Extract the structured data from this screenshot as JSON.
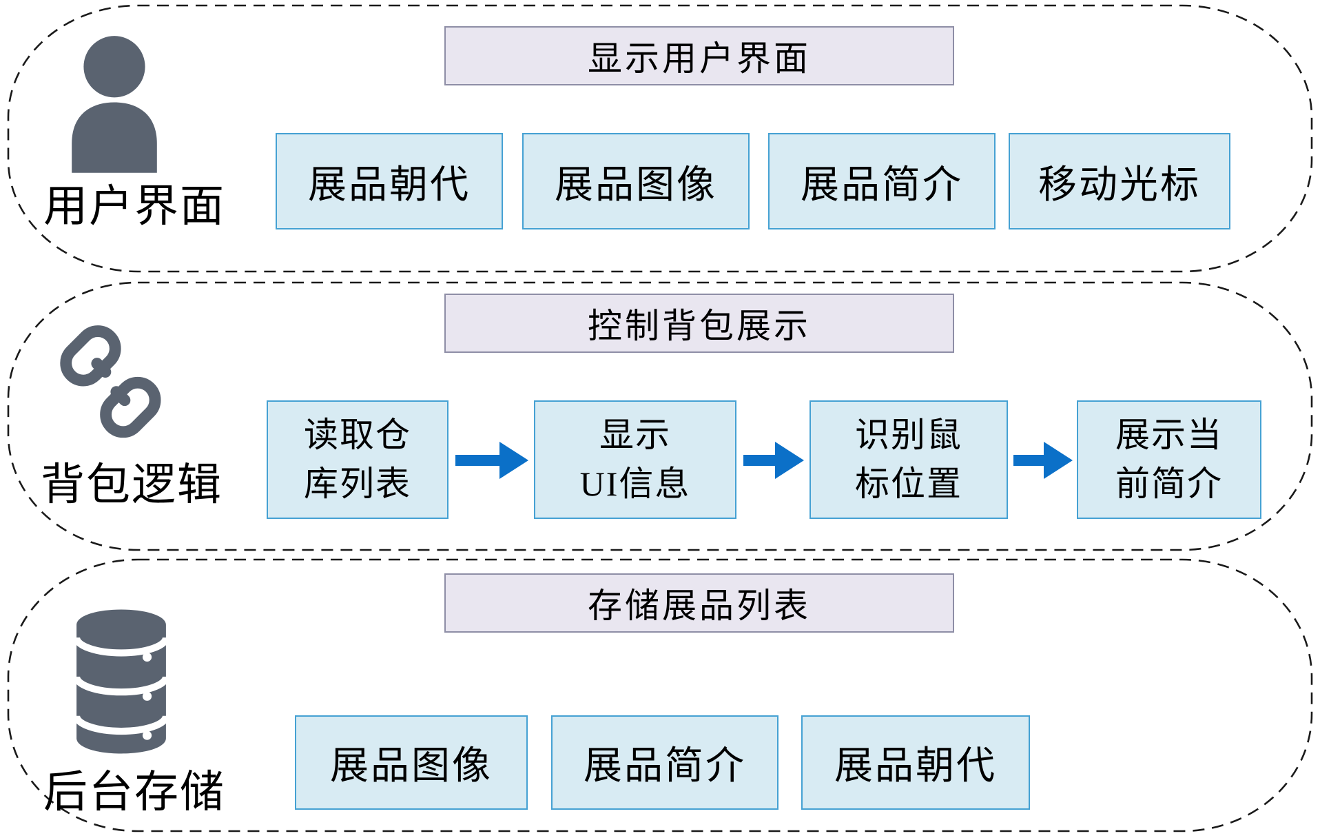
{
  "figure": {
    "type": "three-layer architecture flow diagram",
    "language": "zh-CN"
  },
  "colors": {
    "item_box_fill": "#d8ebf3",
    "item_box_border": "#45a1d3",
    "title_box_fill": "#e9e6f0",
    "title_box_border": "#8e8ea6",
    "arrow": "#0b70c8",
    "icon": "#5a6370",
    "dashed_outline": "#1a1a1a"
  },
  "sections": [
    {
      "label": "用户界面",
      "title": "显示用户界面",
      "icon": "person",
      "items": [
        "展品朝代",
        "展品图像",
        "展品简介",
        "移动光标"
      ]
    },
    {
      "label": "背包逻辑",
      "title": "控制背包展示",
      "icon": "chain-link",
      "flow": [
        {
          "line1": "读取仓",
          "line2": "库列表"
        },
        {
          "line1": "显示",
          "line2": "UI信息"
        },
        {
          "line1": "识别鼠",
          "line2": "标位置"
        },
        {
          "line1": "展示当",
          "line2": "前简介"
        }
      ]
    },
    {
      "label": "后台存储",
      "title": "存储展品列表",
      "icon": "database",
      "items": [
        "展品图像",
        "展品简介",
        "展品朝代"
      ]
    }
  ]
}
